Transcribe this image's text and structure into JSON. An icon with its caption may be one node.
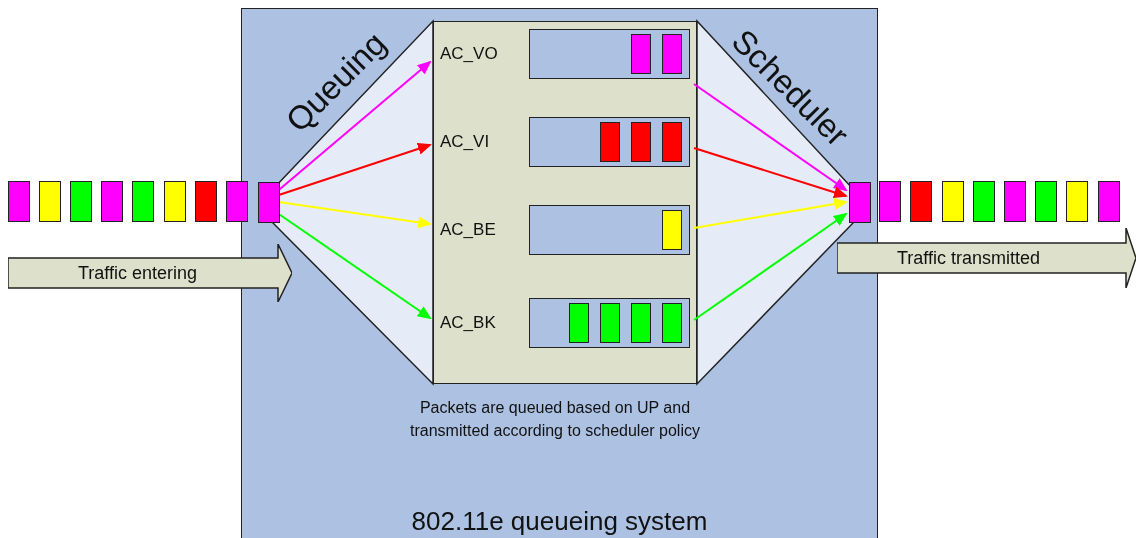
{
  "diagram": {
    "nodes": [
      {
        "text": [
          "802.11e queueing system"
        ]
      },
      {
        "text": [],
        "shape": "box",
        "in": 0
      },
      {
        "text": [
          "AC_VO"
        ],
        "in": 1
      },
      {
        "text": [
          "AC_VI"
        ],
        "in": 1
      },
      {
        "text": [
          "AC_BE"
        ],
        "in": 1
      },
      {
        "text": [
          "AC_BK"
        ],
        "in": 1
      },
      {
        "text": [],
        "shape": "bar"
      },
      {
        "text": [],
        "shape": "bar"
      },
      {
        "text": [],
        "shape": "bar"
      },
      {
        "text": [],
        "shape": "bar"
      },
      {
        "text": [],
        "shape": "bar"
      },
      {
        "text": [],
        "shape": "bar"
      },
      {
        "text": [],
        "shape": "bar"
      },
      {
        "text": [],
        "shape": "bar"
      },
      {
        "text": [],
        "shape": "bar",
        "in": 0
      },
      {
        "text": [],
        "shape": "bar",
        "in": 0
      },
      {
        "text": [],
        "shape": "bar"
      },
      {
        "text": [],
        "shape": "bar"
      },
      {
        "text": [],
        "shape": "bar"
      },
      {
        "text": [],
        "shape": "bar"
      },
      {
        "text": [],
        "shape": "bar"
      },
      {
        "text": [],
        "shape": "bar"
      },
      {
        "text": [],
        "shape": "bar"
      },
      {
        "text": [],
        "shape": "bar"
      },
      {
        "text": [
          "Traffic entering"
        ]
      },
      {
        "text": [
          "Traffic transmitted"
        ]
      }
    ],
    "edges": [
      {
        "from": 14,
        "to": 2,
        "arrow": "to",
        "color": "#ff00ff"
      },
      {
        "from": 14,
        "to": 3,
        "arrow": "to",
        "color": "#ff0000"
      },
      {
        "from": 14,
        "to": 4,
        "arrow": "to",
        "color": "#ffff00"
      },
      {
        "from": 14,
        "to": 5,
        "arrow": "to",
        "color": "#00ff00"
      },
      {
        "from": 2,
        "to": 15,
        "arrow": "to",
        "color": "#ff00ff"
      },
      {
        "from": 3,
        "to": 15,
        "arrow": "to",
        "color": "#ff0000"
      },
      {
        "from": 4,
        "to": 15,
        "arrow": "to",
        "color": "#ffff00"
      },
      {
        "from": 5,
        "to": 15,
        "arrow": "to",
        "color": "#00ff00"
      }
    ],
    "labels": [
      "Queuing",
      "Scheduler",
      "Packets are queued based on UP and transmitted according to scheduler policy"
    ]
  }
}
